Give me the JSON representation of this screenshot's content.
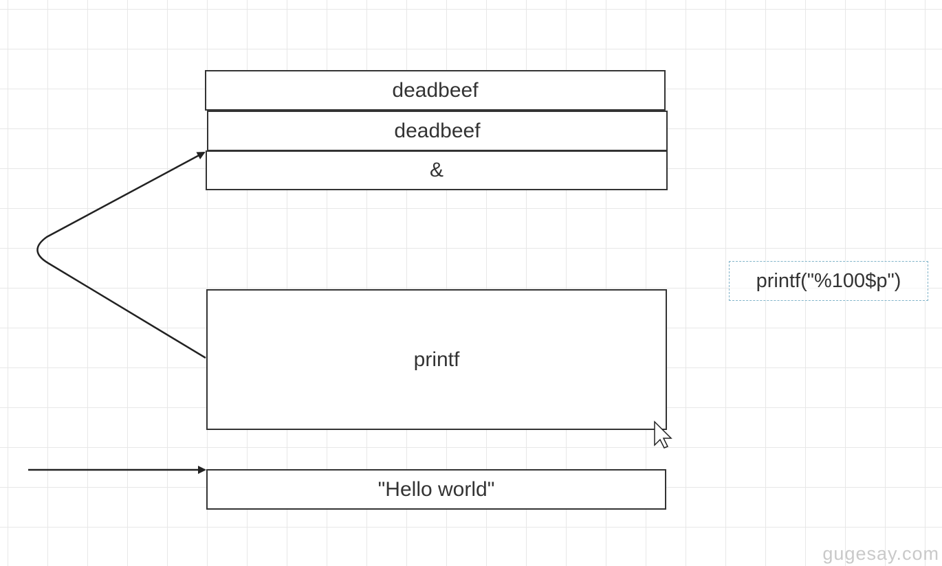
{
  "diagram": {
    "blocks": [
      {
        "label": "deadbeef"
      },
      {
        "label": "deadbeef"
      },
      {
        "label": "&"
      },
      {
        "label": "printf"
      },
      {
        "label": "\"Hello world\""
      }
    ],
    "annotation": {
      "label": "printf(\"%100$p\")"
    },
    "watermark": {
      "label": "gugesay.com"
    }
  }
}
